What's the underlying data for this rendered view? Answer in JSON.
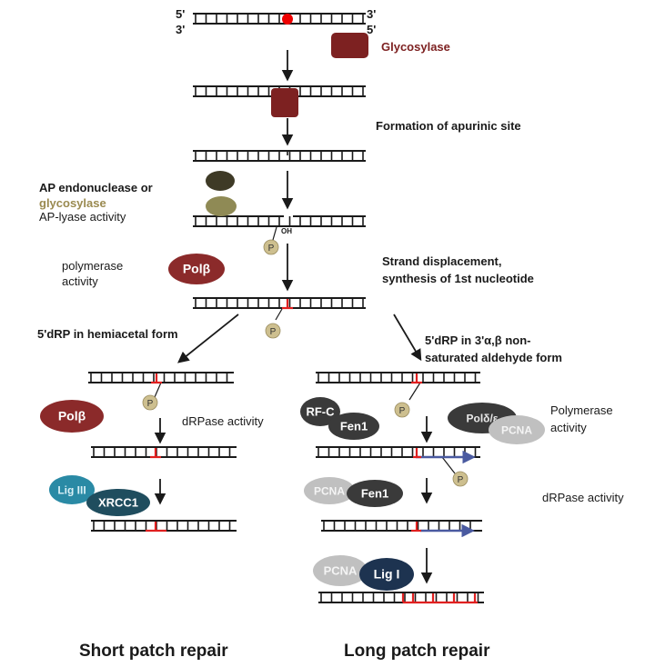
{
  "strand_labels": {
    "top_left": "5'",
    "top_right": "3'",
    "bottom_left": "3'",
    "bottom_right": "5'"
  },
  "enzymes": {
    "glycosylase": "Glycosylase",
    "pol_beta": "Polβ",
    "rfc": "RF-C",
    "fen1": "Fen1",
    "pol_delta_epsilon": "Polδ/ε",
    "pcna": "PCNA",
    "lig3": "Lig III",
    "xrcc1": "XRCC1",
    "lig1": "Lig I"
  },
  "marks": {
    "phosphate": "P",
    "hydroxyl": "OH"
  },
  "steps": {
    "apurinic": "Formation of apurinic site",
    "ap_endo_line1": "AP endonuclease or",
    "ap_endo_glycosylase": "glycosylase",
    "ap_lyase": "AP-lyase activity",
    "polymerase_line1": "polymerase",
    "polymerase_line2": "activity",
    "strand_disp_line1": "Strand displacement,",
    "strand_disp_line2": "synthesis of 1st nucleotide",
    "hemiacetal": "5'dRP in hemiacetal form",
    "aldehyde_line1": "5'dRP in 3'α,β non-",
    "aldehyde_line2": "saturated aldehyde form",
    "drpase_left": "dRPase activity",
    "polymerase_right_line1": "Polymerase",
    "polymerase_right_line2": "activity",
    "drpase_right": "dRPase activity"
  },
  "titles": {
    "short_patch": "Short patch repair",
    "long_patch": "Long patch repair"
  },
  "colors": {
    "pol_beta": "#8b2a2a",
    "glycosylase": "#7d2121",
    "phosphate": "#cdbf8f",
    "ap_endonuclease": "#3e3a26",
    "ap_glycosylase": "#8f8a55",
    "rfc_fen1": "#3a3a3a",
    "pcna": "#c0c0c0",
    "lig3": "#2a8aa5",
    "xrcc1": "#1f4d5e",
    "lig1": "#1d3350",
    "repair_mark": "#e02020",
    "synthesis_arrow": "#4a5aa0",
    "lesion": "#ee0000"
  }
}
